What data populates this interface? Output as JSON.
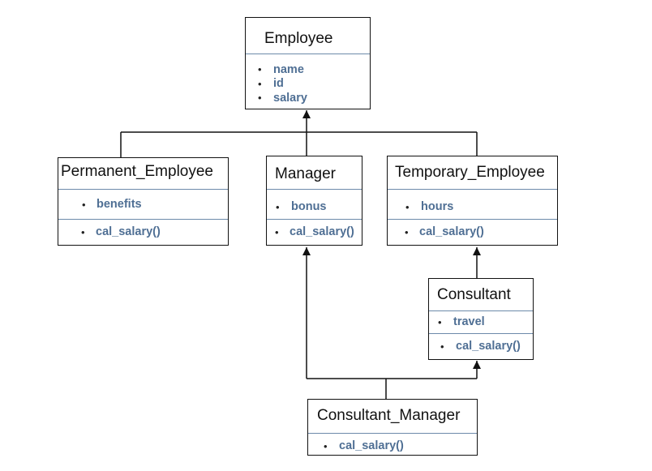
{
  "diagram": {
    "classes": {
      "employee": {
        "name": "Employee",
        "attributes": [
          "name",
          "id",
          "salary"
        ]
      },
      "permanent_employee": {
        "name": "Permanent_Employee",
        "attributes": [
          "benefits"
        ],
        "methods": [
          "cal_salary()"
        ]
      },
      "manager": {
        "name": "Manager",
        "attributes": [
          "bonus"
        ],
        "methods": [
          "cal_salary()"
        ]
      },
      "temporary_employee": {
        "name": "Temporary_Employee",
        "attributes": [
          "hours"
        ],
        "methods": [
          "cal_salary()"
        ]
      },
      "consultant": {
        "name": "Consultant",
        "attributes": [
          "travel"
        ],
        "methods": [
          "cal_salary()"
        ]
      },
      "consultant_manager": {
        "name": "Consultant_Manager",
        "methods": [
          "cal_salary()"
        ]
      }
    },
    "bullet_glyph": "•",
    "colors": {
      "border": "#111111",
      "member_text": "#4f6f94",
      "divider": "#6d8aaa",
      "connector": "#111111"
    }
  }
}
